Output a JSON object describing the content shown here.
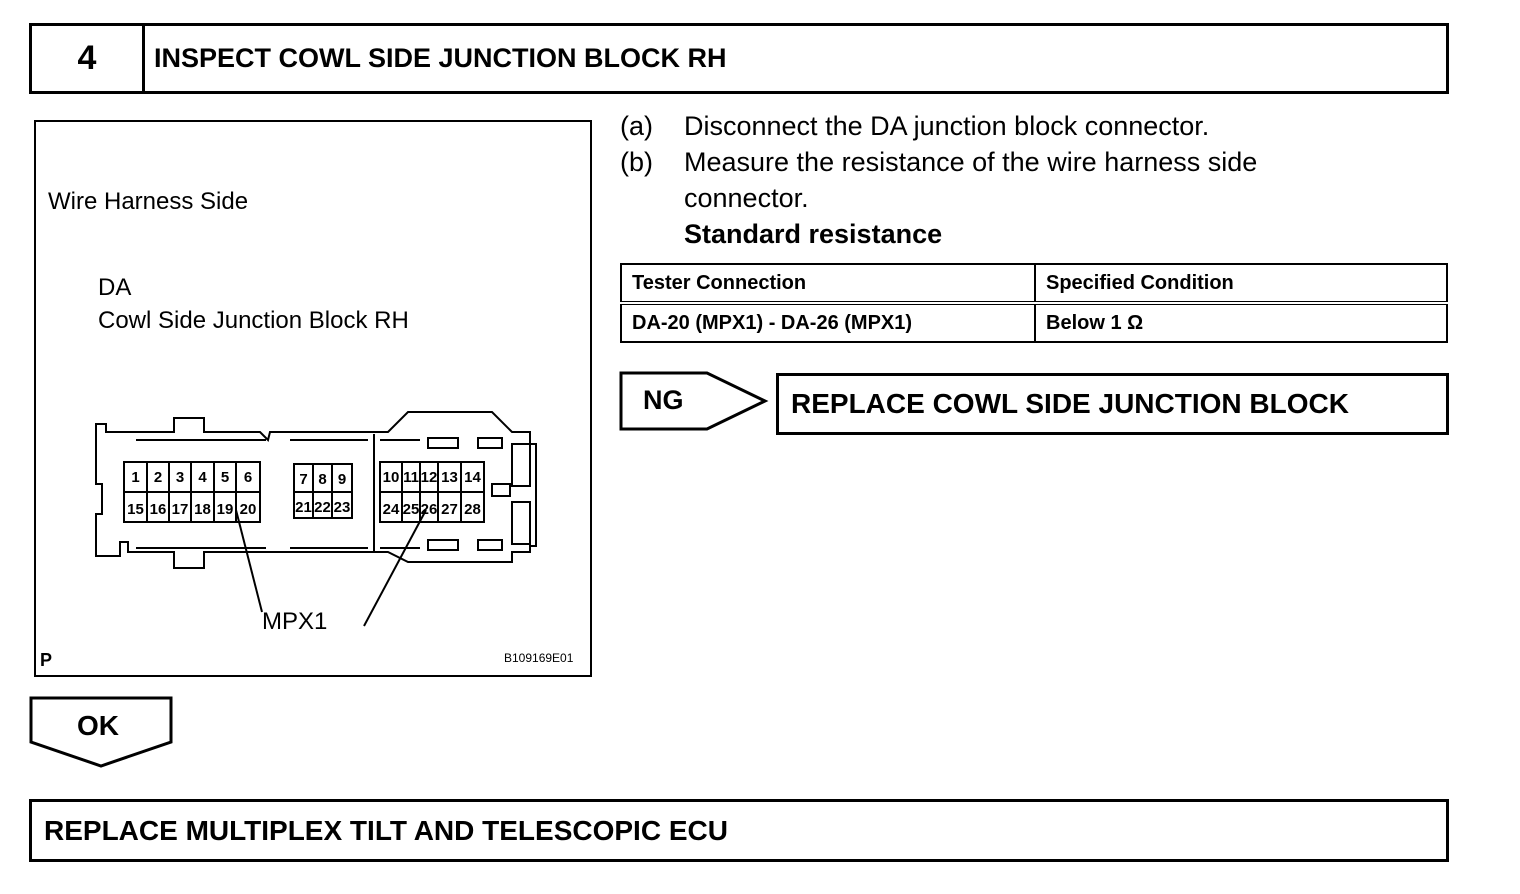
{
  "step": {
    "number": "4",
    "title": "INSPECT COWL SIDE JUNCTION BLOCK RH"
  },
  "figure": {
    "harness_label": "Wire Harness Side",
    "connector_code": "DA",
    "connector_name": "Cowl Side Junction Block RH",
    "callout": "MPX1",
    "corner_mark": "P",
    "figure_id": "B109169E01",
    "pins": [
      "1",
      "2",
      "3",
      "4",
      "5",
      "6",
      "15",
      "16",
      "17",
      "18",
      "19",
      "20",
      "7",
      "8",
      "9",
      "21",
      "22",
      "23",
      "10",
      "11",
      "12",
      "13",
      "14",
      "24",
      "25",
      "26",
      "27",
      "28"
    ]
  },
  "instructions": [
    {
      "letter": "(a)",
      "lines": [
        "Disconnect the DA junction block connector."
      ]
    },
    {
      "letter": "(b)",
      "lines": [
        "Measure the resistance of the wire harness side",
        "connector."
      ]
    }
  ],
  "standard_label": "Standard resistance",
  "table": {
    "headers": [
      "Tester Connection",
      "Specified Condition"
    ],
    "rows": [
      [
        "DA-20 (MPX1) - DA-26 (MPX1)",
        "Below 1 Ω"
      ]
    ]
  },
  "ng": {
    "label": "NG",
    "result": "REPLACE COWL SIDE JUNCTION BLOCK"
  },
  "ok": {
    "label": "OK",
    "result": "REPLACE MULTIPLEX TILT AND TELESCOPIC ECU"
  }
}
